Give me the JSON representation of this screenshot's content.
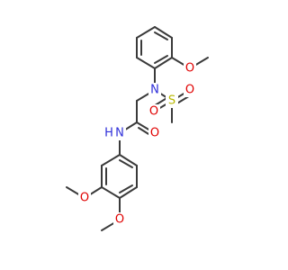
{
  "molecule": {
    "atoms": {
      "n_sulfonamide": {
        "text": "N",
        "color": "#2f2fd9"
      },
      "s_sulfonyl": {
        "text": "S",
        "color": "#b8b800"
      },
      "o_sulfonyl_top": {
        "text": "O",
        "color": "#e00000"
      },
      "o_sulfonyl_bottom": {
        "text": "O",
        "color": "#e00000"
      },
      "o_methoxy_top": {
        "text": "O",
        "color": "#e00000"
      },
      "o_amide": {
        "text": "O",
        "color": "#e00000"
      },
      "nh_amide": {
        "text": "N",
        "color": "#2f2fd9"
      },
      "h_amide": {
        "text": "H",
        "color": "#2f2fd9"
      },
      "o_methoxy_3": {
        "text": "O",
        "color": "#e00000"
      },
      "o_methoxy_4": {
        "text": "O",
        "color": "#e00000"
      }
    },
    "bond_color": "#3a3a3a"
  }
}
